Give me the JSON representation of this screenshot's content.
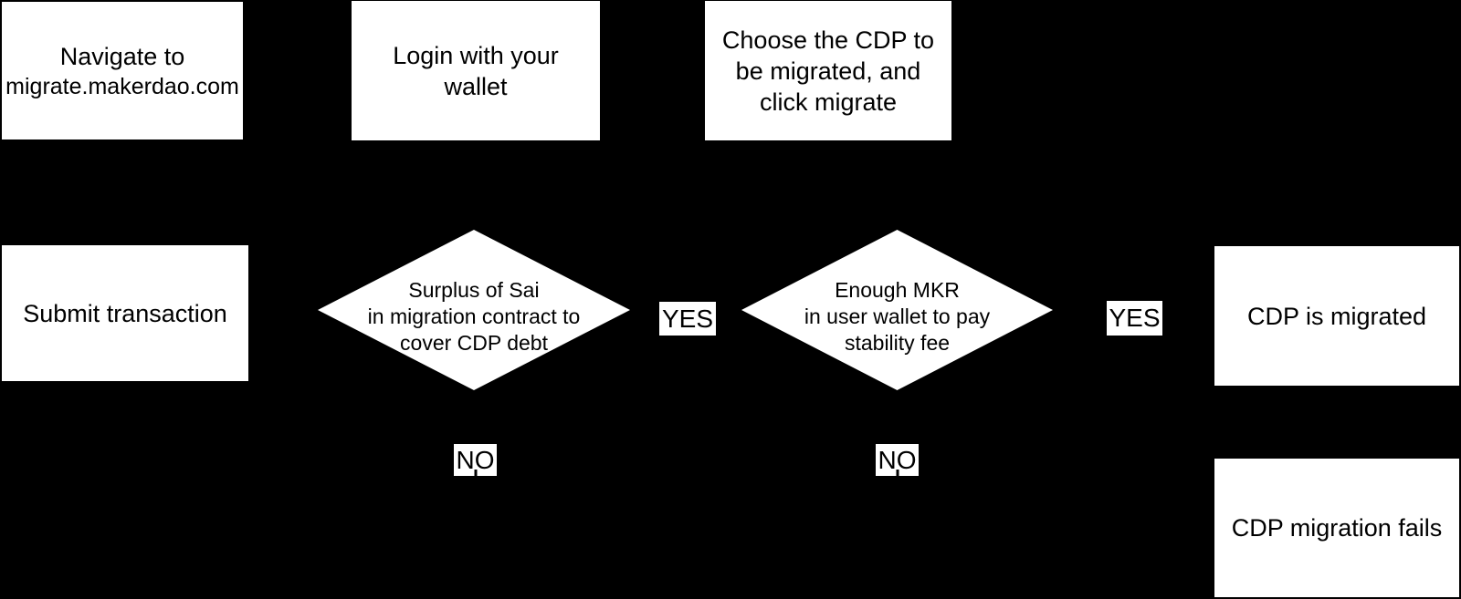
{
  "colors": {
    "background": "#000000",
    "node_fill": "#ffffff",
    "text": "#000000"
  },
  "diagram": {
    "type": "flowchart",
    "nodes": {
      "navigate": {
        "lines": [
          "Navigate to",
          "migrate.makerdao.com"
        ]
      },
      "login": {
        "lines": [
          "Login with your",
          "wallet"
        ]
      },
      "choose": {
        "lines": [
          "Choose the CDP to",
          "be migrated, and",
          "click migrate"
        ]
      },
      "submit": {
        "lines": [
          "Submit transaction"
        ]
      },
      "migrated": {
        "lines": [
          "CDP is migrated"
        ]
      },
      "fails": {
        "lines": [
          "CDP migration fails"
        ]
      }
    },
    "decisions": {
      "surplus": {
        "lines": [
          "Surplus of Sai",
          "in migration contract to",
          "cover CDP debt"
        ]
      },
      "mkr": {
        "lines": [
          "Enough MKR",
          "in user wallet to pay",
          "stability fee"
        ]
      }
    },
    "edge_labels": {
      "yes1": "YES",
      "yes2": "YES",
      "no1": "NO",
      "no2": "NO"
    }
  }
}
